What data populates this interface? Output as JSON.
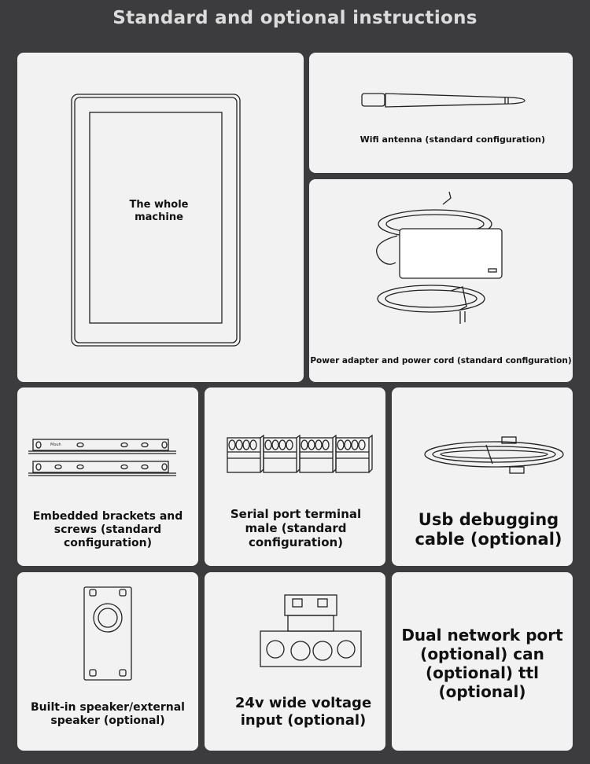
{
  "header": {
    "title": "Standard and optional instructions"
  },
  "items": {
    "machine": {
      "label_1": "The whole",
      "label_2": "machine"
    },
    "antenna": {
      "label": "Wifi antenna (standard configuration)"
    },
    "power": {
      "label": "Power adapter and power cord (standard configuration)"
    },
    "brackets": {
      "label": "Embedded brackets and screws (standard configuration)",
      "bracket_mark": "Mouh"
    },
    "serial": {
      "label": "Serial port terminal male (standard configuration)"
    },
    "usb": {
      "label": "Usb debugging cable (optional)"
    },
    "speaker": {
      "label": "Built-in speaker/external speaker (optional)"
    },
    "power_input": {
      "label": "24v wide voltage input (optional)"
    },
    "network": {
      "label": "Dual network port (optional) can (optional) ttl (optional)"
    }
  }
}
